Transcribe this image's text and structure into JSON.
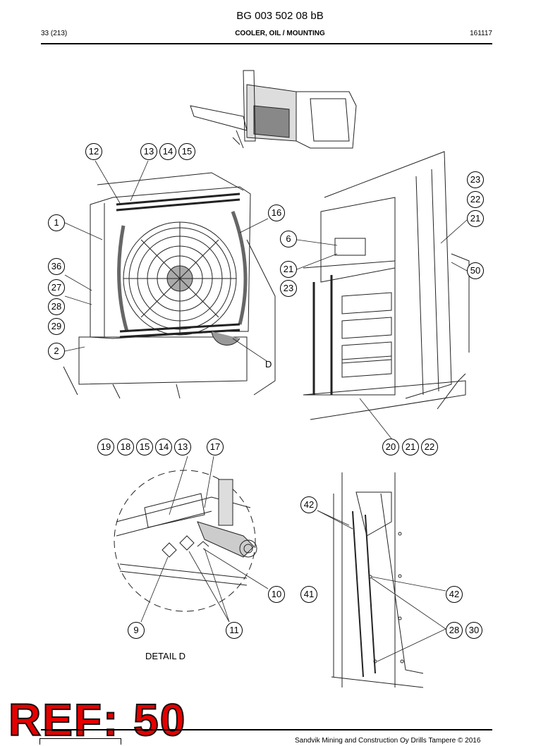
{
  "header": {
    "doc_code": "BG 003 502 08 bB",
    "page": "33 (213)",
    "title": "COOLER, OIL / MOUNTING",
    "date": "161117"
  },
  "callouts": {
    "c12": "12",
    "c13": "13",
    "c14": "14",
    "c15": "15",
    "c1": "1",
    "c36": "36",
    "c27": "27",
    "c28": "28",
    "c29": "29",
    "c2": "2",
    "c16": "16",
    "c6": "6",
    "c21a": "21",
    "c23a": "23",
    "c23b": "23",
    "c22b": "22",
    "c21b": "21",
    "c50": "50",
    "c20": "20",
    "c21c": "21",
    "c22c": "22",
    "c19": "19",
    "c18": "18",
    "c15b": "15",
    "c14b": "14",
    "c13b": "13",
    "c17": "17",
    "c42a": "42",
    "c10": "10",
    "c41": "41",
    "c42b": "42",
    "c9": "9",
    "c11": "11",
    "c28b": "28",
    "c30": "30"
  },
  "labels": {
    "detail_marker": "D",
    "detail_caption": "DETAIL D"
  },
  "watermark": "REF: 50",
  "footer": {
    "copyright": "Sandvik Mining and Construction Oy Drills Tampere © 2016"
  }
}
